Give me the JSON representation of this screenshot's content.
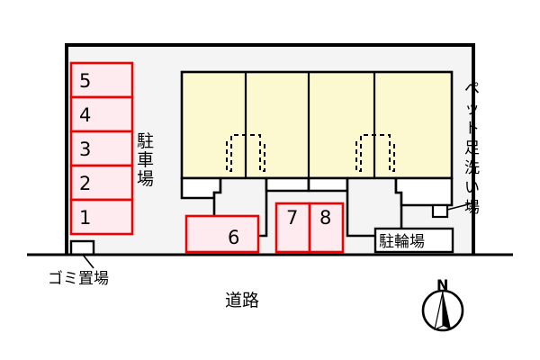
{
  "diagram": {
    "title_text": "",
    "colors": {
      "site_background": "#f4f4f4",
      "building_fill": "#fcf8cf",
      "parking_fill": "#fdebef",
      "parking_border": "#f20000",
      "outline": "#000000",
      "balcony_fill": "#ffffff"
    }
  },
  "parking_lot": {
    "label": "駐車場",
    "spaces": [
      {
        "number": "5"
      },
      {
        "number": "4"
      },
      {
        "number": "3"
      },
      {
        "number": "2"
      },
      {
        "number": "1"
      }
    ]
  },
  "lower_parking": {
    "spaces": [
      {
        "number": "6"
      },
      {
        "number": "7"
      },
      {
        "number": "8"
      }
    ]
  },
  "facilities": {
    "garbage_area": "ゴミ置場",
    "bicycle_parking": "駐輪場",
    "pet_wash_area": "ペット足洗い場",
    "road": "道路"
  },
  "compass": {
    "north_label": "N"
  }
}
